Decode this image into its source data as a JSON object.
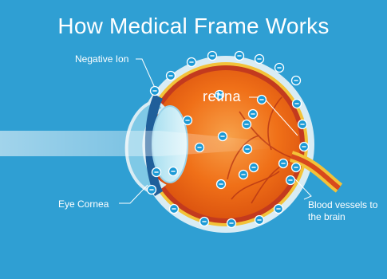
{
  "title": "How Medical Frame Works",
  "labels": {
    "negative_ion": "Negative Ion",
    "retina": "retina",
    "eye_cornea": "Eye Cornea",
    "blood_vessels": "Blood vessels to the brain"
  },
  "colors": {
    "background": "#2f9fd3",
    "eye_interior": "#f07018",
    "ion": "#1b9ad6"
  },
  "icons": {
    "ion": "negative-ion-minus-icon"
  }
}
